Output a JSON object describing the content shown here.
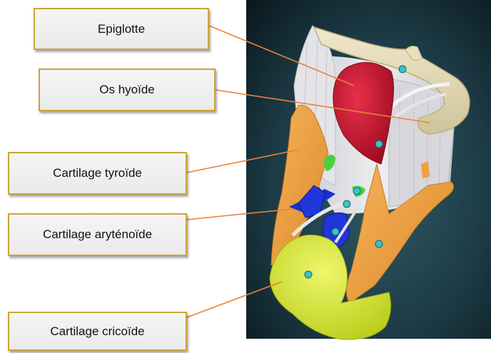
{
  "labels": {
    "epiglotte": "Epiglotte",
    "os_hyoide": "Os hyoïde",
    "cartilage_tyroide": "Cartilage tyroïde",
    "cartilage_arytenoide": "Cartilage aryténoïde",
    "cartilage_cricoide": "Cartilage cricoïde"
  },
  "colors": {
    "box_border": "#c9a53a",
    "leader_line": "#e8833a",
    "marker_dot": "#38c4c8",
    "epiglottis": "#c8102e",
    "thyroid_cartilage": "#f0a040",
    "cricoid_cartilage": "#d8ec30",
    "arytenoid_cartilage": "#1a2fd0",
    "hyoid_bone": "#e6dcb8",
    "background_panel": "#1c3a44"
  }
}
